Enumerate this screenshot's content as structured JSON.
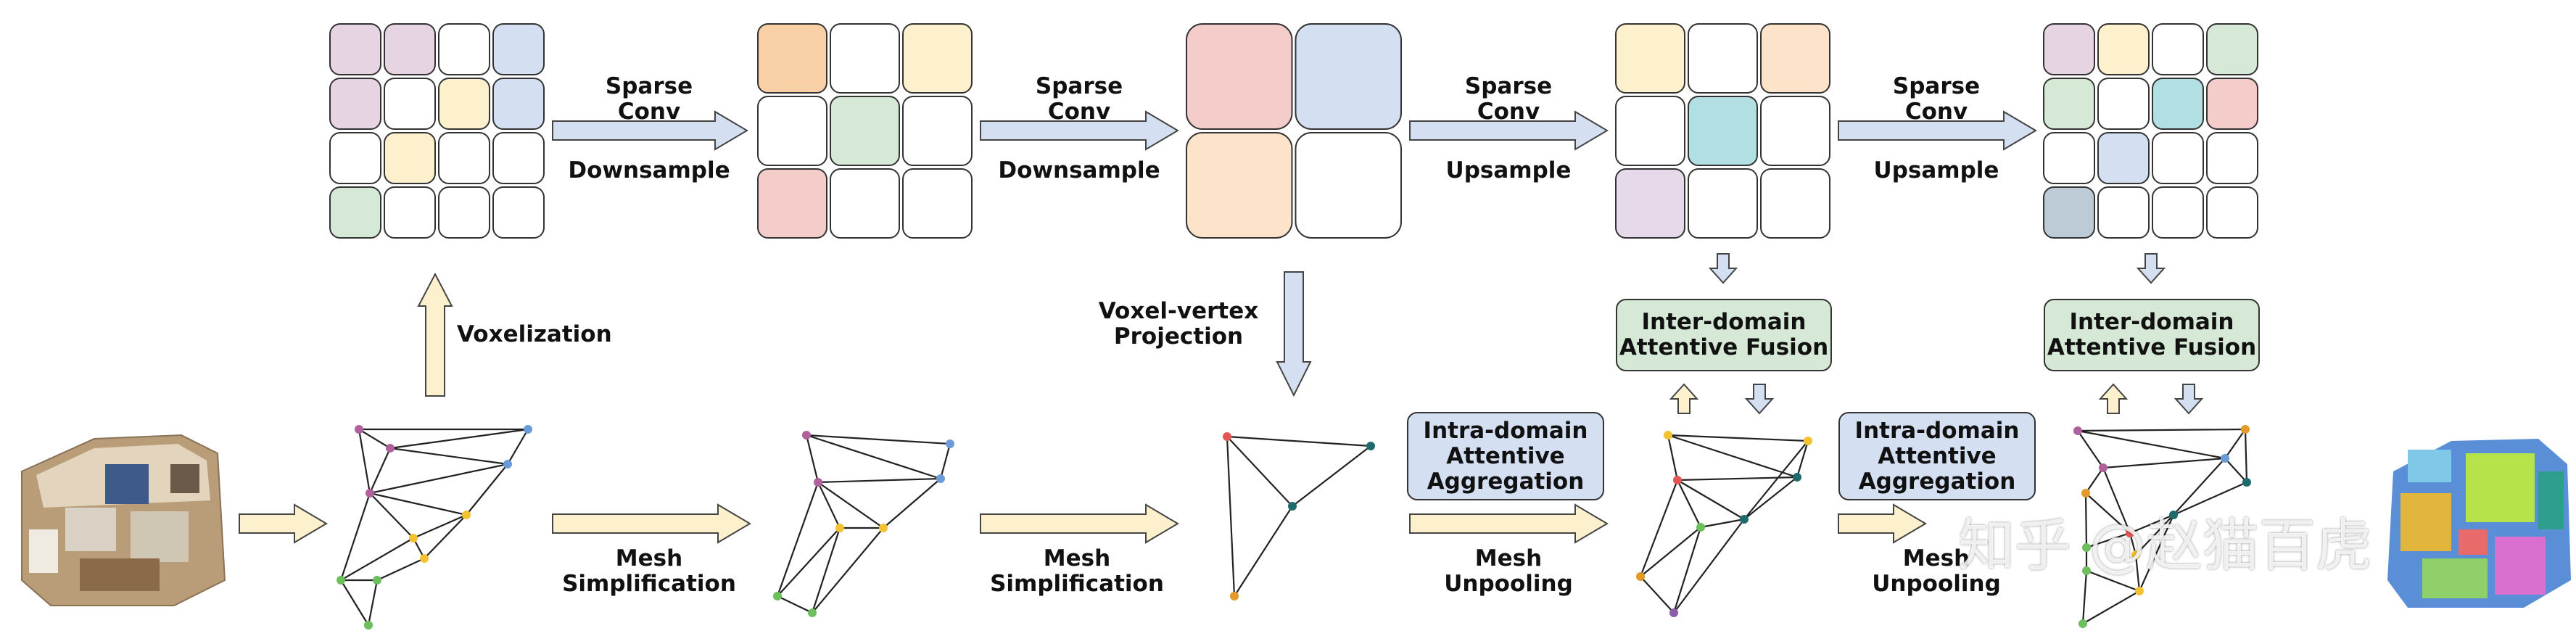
{
  "colors": {
    "pink": "#e6d4e3",
    "blue": "#d4e0f2",
    "yellow": "#fcf0cd",
    "green": "#d6e8d6",
    "orange": "#f9cfa5",
    "red": "#f4cdcb",
    "peach": "#fde3c9",
    "cyan": "#b2e0e2",
    "slate": "#bccbd6",
    "lavender": "#e5d9ea",
    "arrow_yellow": "#fcf0cd",
    "arrow_blue": "#d4e0f2",
    "box_green": "#d6e8d6",
    "box_blue": "#d4e0f2"
  },
  "icons": [
    "arrow-right-icon",
    "arrow-up-icon",
    "arrow-down-icon",
    "mesh-graph-icon",
    "scene-thumbnail-icon"
  ],
  "ops": {
    "sparse_conv_1": "Sparse\nConv",
    "downsample_1": "Downsample",
    "sparse_conv_2": "Sparse\nConv",
    "downsample_2": "Downsample",
    "sparse_conv_3": "Sparse\nConv",
    "upsample_1": "Upsample",
    "sparse_conv_4": "Sparse\nConv",
    "upsample_2": "Upsample",
    "voxelization": "Voxelization",
    "projection": "Voxel-vertex\nProjection",
    "mesh_simplification_1": "Mesh\nSimplification",
    "mesh_simplification_2": "Mesh\nSimplification",
    "mesh_unpooling_1": "Mesh\nUnpooling",
    "mesh_unpooling_2": "Mesh\nUnpooling"
  },
  "boxes": {
    "fusion_1": "Inter-domain\nAttentive Fusion",
    "fusion_2": "Inter-domain\nAttentive Fusion",
    "aggregation_1": "Intra-domain\nAttentive\nAggregation",
    "aggregation_2": "Intra-domain\nAttentive\nAggregation"
  },
  "grids": [
    {
      "rows": 4,
      "cols": 4,
      "cells": [
        "pink",
        "pink",
        "",
        "blue",
        "pink",
        "",
        "yellow",
        "blue",
        "",
        "yellow",
        "",
        "",
        "green",
        "",
        "",
        ""
      ]
    },
    {
      "rows": 3,
      "cols": 3,
      "cells": [
        "orange",
        "",
        "yellow",
        "",
        "green",
        "",
        "red",
        "",
        ""
      ]
    },
    {
      "rows": 2,
      "cols": 2,
      "cells": [
        "red",
        "blue",
        "peach",
        ""
      ]
    },
    {
      "rows": 3,
      "cols": 3,
      "cells": [
        "yellow",
        "",
        "peach",
        "",
        "cyan",
        "",
        "lavender",
        "",
        ""
      ]
    },
    {
      "rows": 4,
      "cols": 4,
      "cells": [
        "pink",
        "yellow",
        "",
        "green",
        "green",
        "",
        "cyan",
        "red",
        "",
        "blue",
        "",
        "",
        "slate",
        "",
        "",
        ""
      ]
    }
  ],
  "watermark": "知乎 @赵猫百虎"
}
